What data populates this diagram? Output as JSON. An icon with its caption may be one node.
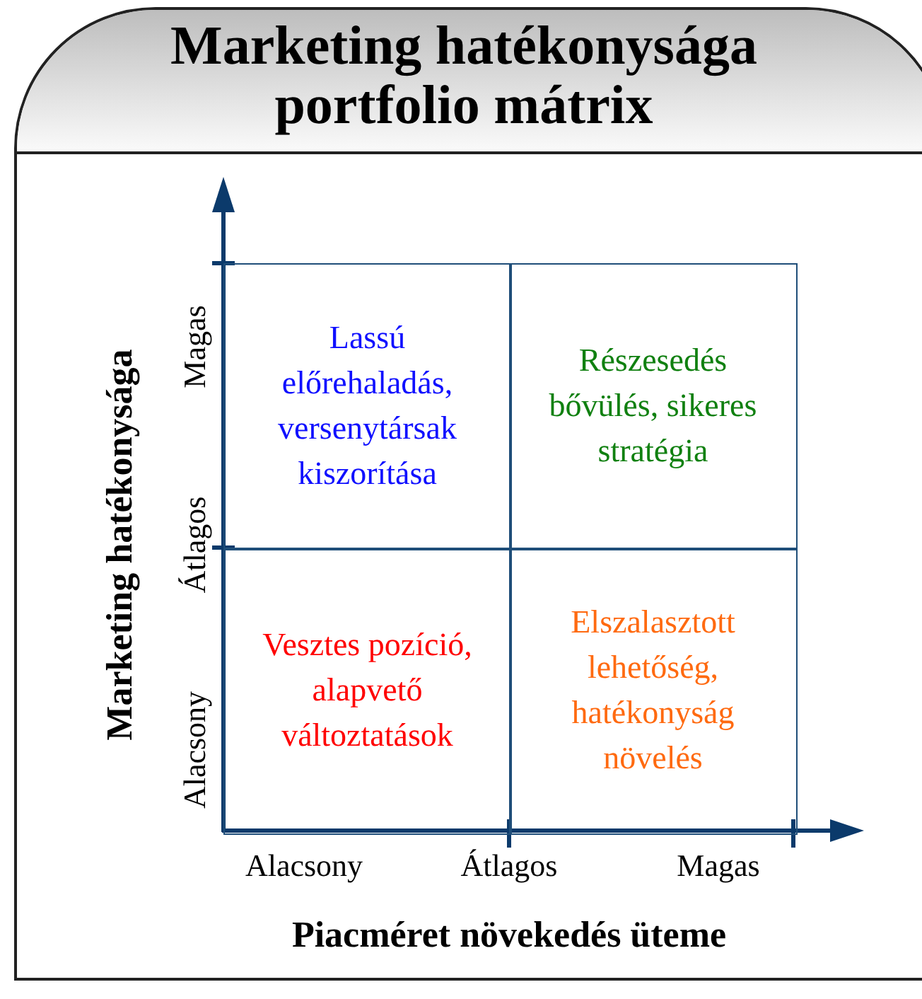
{
  "diagram": {
    "title": "Marketing hatékonysága portfolio mátrix",
    "nodes": [
      {
        "text": [
          "Lassú előrehaladás, versenytársak kiszorítása"
        ]
      },
      {
        "text": [
          "Részesedés bővülés, sikeres stratégia"
        ]
      },
      {
        "text": [
          "Vesztes pozíció, alapvető változtatások"
        ]
      },
      {
        "text": [
          "Elszalasztott lehetőség, hatékonyság növelés"
        ]
      }
    ],
    "edges": [],
    "labels": [
      "Marketing hatékonysága",
      "Magas",
      "Átlagos",
      "Alacsony",
      "Alacsony",
      "Átlagos",
      "Magas",
      "Piacméret növekedés üteme"
    ]
  }
}
